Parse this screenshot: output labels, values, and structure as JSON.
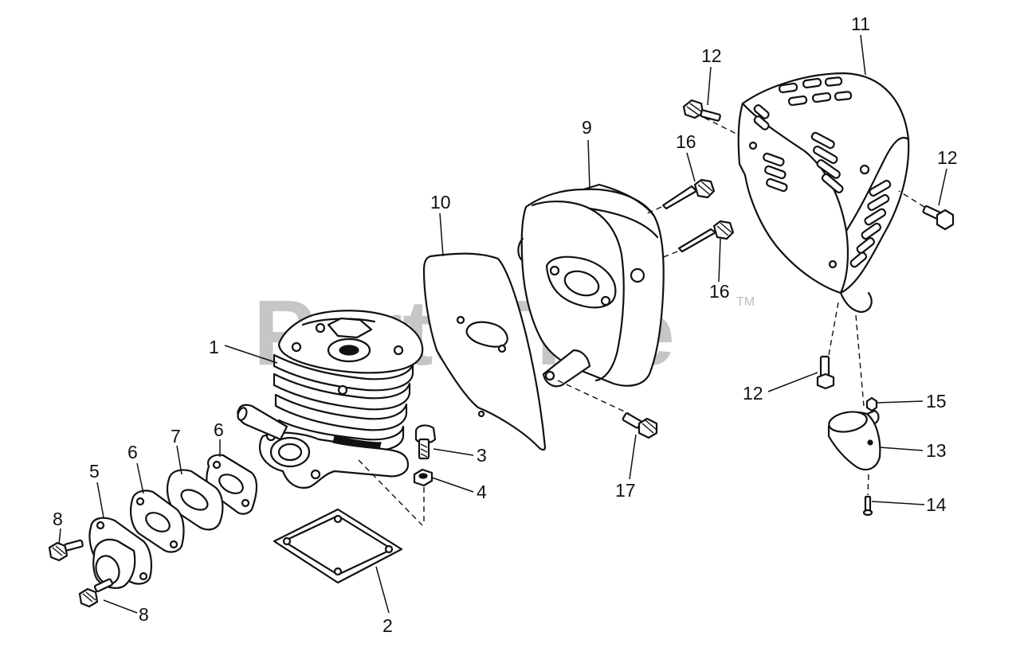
{
  "watermark": {
    "brand": "PartsTree",
    "trademark": "TM"
  },
  "callouts": {
    "c1": "1",
    "c2": "2",
    "c3": "3",
    "c4": "4",
    "c5": "5",
    "c6a": "6",
    "c6b": "6",
    "c7": "7",
    "c8a": "8",
    "c8b": "8",
    "c9": "9",
    "c10": "10",
    "c11": "11",
    "c12a": "12",
    "c12b": "12",
    "c12c": "12",
    "c13": "13",
    "c14": "14",
    "c15": "15",
    "c16a": "16",
    "c16b": "16",
    "c17": "17"
  }
}
